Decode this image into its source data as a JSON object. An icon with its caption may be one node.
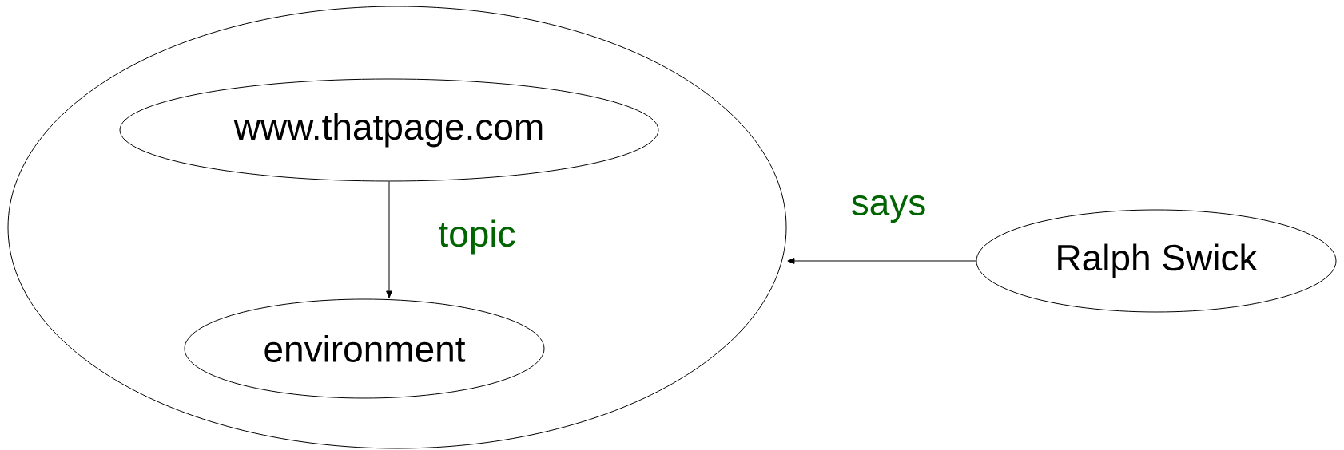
{
  "diagram": {
    "nodes": [
      {
        "text": [],
        "shape": "ellipse"
      },
      {
        "text": [
          "www.thatpage.com"
        ],
        "in": 0
      },
      {
        "text": [
          "environment"
        ],
        "in": 0
      },
      {
        "text": [
          "Ralph Swick"
        ]
      }
    ],
    "edges": [
      {
        "from": 1,
        "to": 2,
        "arrow": "to",
        "label": "topic"
      },
      {
        "from": 3,
        "to": 0,
        "arrow": "to",
        "label": "says"
      }
    ]
  }
}
